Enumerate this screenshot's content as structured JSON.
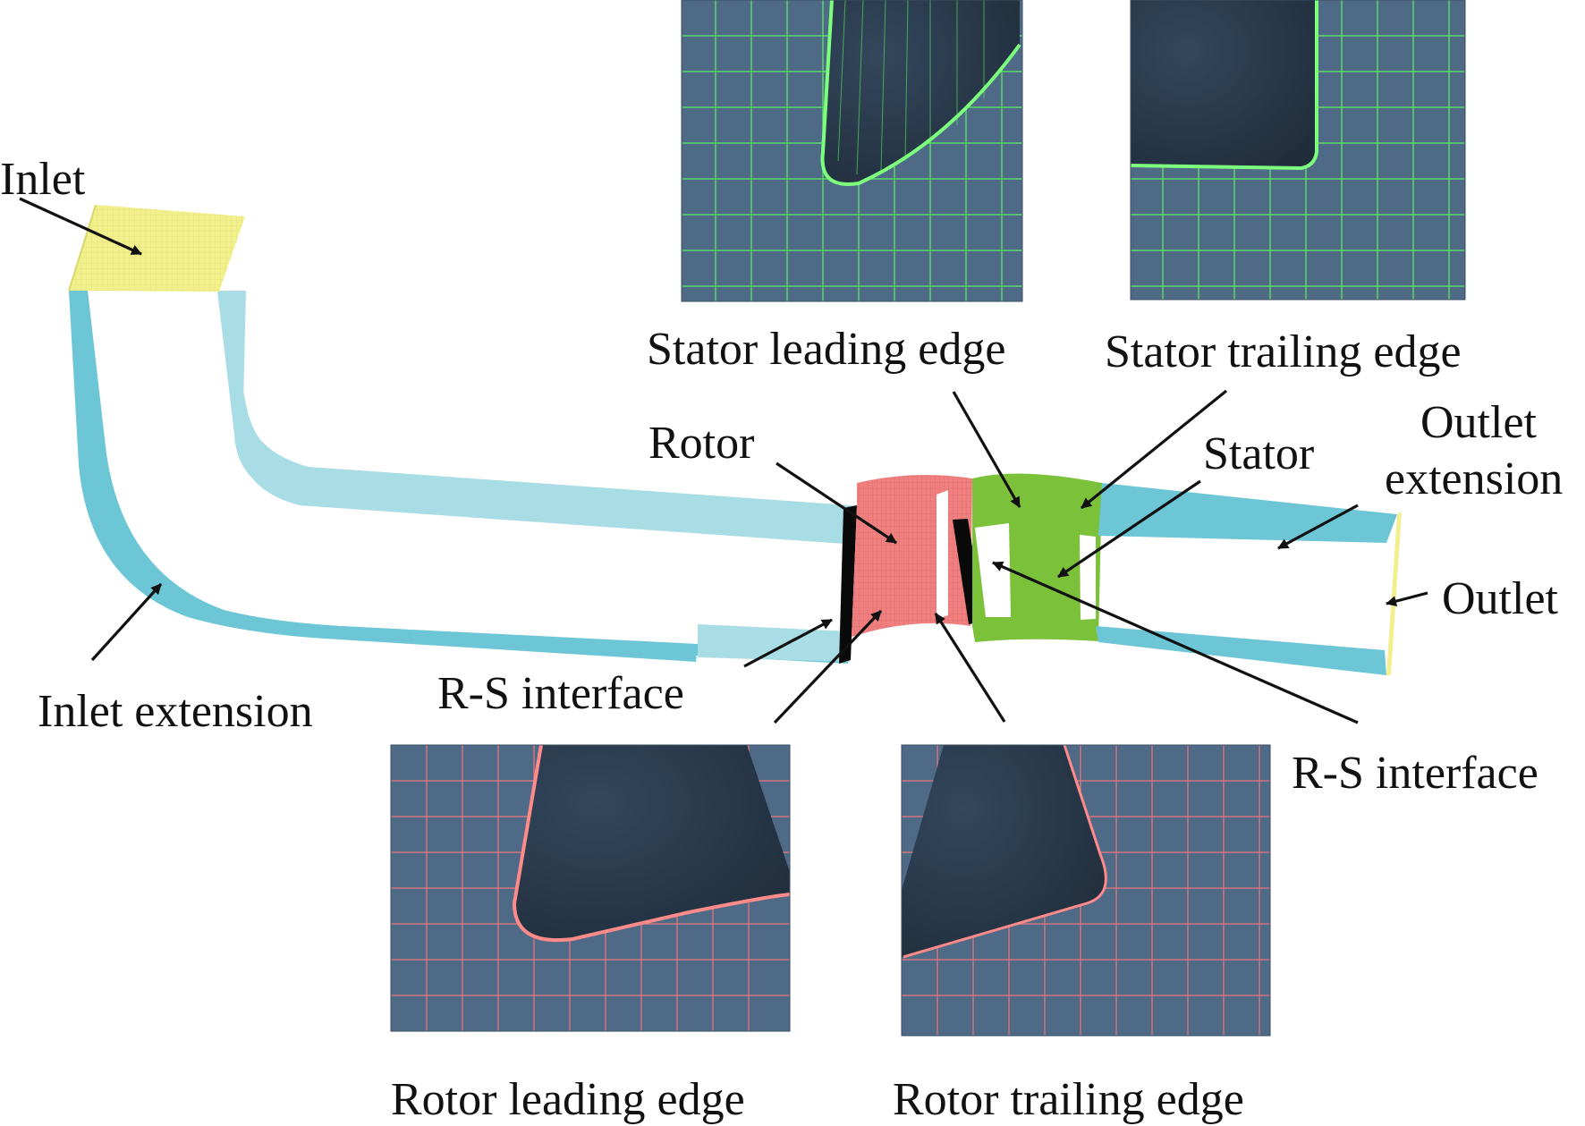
{
  "labels": {
    "inlet": "Inlet",
    "inlet_extension": "Inlet extension",
    "rotor": "Rotor",
    "stator": "Stator",
    "outlet_extension_line1": "Outlet",
    "outlet_extension_line2": "extension",
    "outlet": "Outlet",
    "rs_interface_left": "R-S interface",
    "rs_interface_right": "R-S interface",
    "stator_leading_edge": "Stator leading edge",
    "stator_trailing_edge": "Stator trailing edge",
    "rotor_leading_edge": "Rotor leading edge",
    "rotor_trailing_edge": "Rotor trailing edge"
  },
  "colors": {
    "inlet_face": "#f2f08c",
    "inlet_duct_light": "#a9dde6",
    "inlet_duct": "#6cc6d6",
    "rotor_domain": "#f08080",
    "stator_domain": "#7cc13a",
    "outlet_duct": "#6cc6d6",
    "outlet_face": "#f2f08c",
    "interface": "#0a0a0a",
    "mesh_background": "#4f6a86",
    "stator_mesh_lines": "#5cff5c",
    "rotor_mesh_lines": "#ff7a7a"
  }
}
